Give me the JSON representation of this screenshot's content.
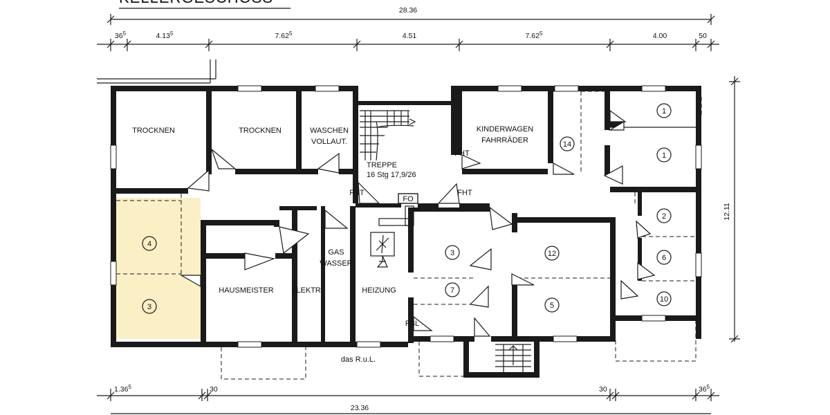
{
  "title": "KELLERGESCHOSS",
  "dimensions": {
    "top_total": "28.36",
    "top_segments": [
      "36",
      "4.13",
      "7.62",
      "4.51",
      "7.62",
      "4.00",
      "50"
    ],
    "top_segment_sups": [
      "5",
      "5",
      "5",
      "",
      "5",
      "",
      ""
    ],
    "right_height": "12.11",
    "bottom_total": "23.36",
    "bottom_left": "1.36",
    "bottom_left_sup": "5",
    "bottom_30a": "30",
    "bottom_30b": "30",
    "bottom_right": "36",
    "bottom_right_sup": "5"
  },
  "rooms": {
    "trocknen_1": "TROCKNEN",
    "trocknen_2": "TROCKNEN",
    "waschen_1": "WASCHEN",
    "waschen_2": "VOLLAUT.",
    "treppe_1": "TREPPE",
    "treppe_2": "16 Stg 17,9/26",
    "kinderwagen_1": "KINDERWAGEN",
    "kinderwagen_2": "FAHRRÄDER",
    "hausmeister": "HAUSMEISTER",
    "elektr": "ELEKTR.",
    "gas_1": "GAS",
    "gas_2": "WASSER",
    "heizung": "HEIZUNG",
    "ruL": "das R.u.L."
  },
  "markers": {
    "fht_1": "FHT",
    "fht_2": "FHT",
    "fht_3": "FHT",
    "fo": "FO",
    "fsl": "FSL"
  },
  "cellars": {
    "c4": "4",
    "c3": "3",
    "c3b": "3",
    "c7": "7",
    "c12": "12",
    "c5": "5",
    "c1a": "1",
    "c1b": "1",
    "c14": "14",
    "c2": "2",
    "c6": "6",
    "c10": "10"
  },
  "colors": {
    "highlight": "#fbefc6",
    "wall": "#1a1a1a"
  }
}
